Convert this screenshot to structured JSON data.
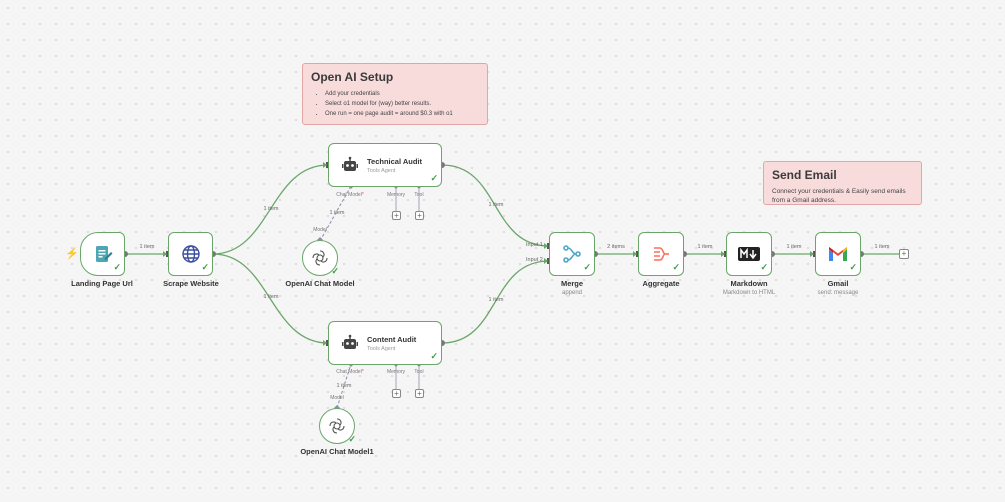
{
  "stickies": {
    "setup": {
      "title": "Open AI Setup",
      "items": [
        "Add your credentials",
        "Select o1 model for (way) better results.",
        "One run = one page audit = around $0.3 with o1"
      ]
    },
    "email": {
      "title": "Send Email",
      "body": "Connect your credentials & Easily send emails from a Gmail address."
    }
  },
  "nodes": {
    "landing": {
      "label": "Landing Page Url",
      "icon": "form-icon"
    },
    "scrape": {
      "label": "Scrape Website",
      "icon": "globe-icon"
    },
    "technical": {
      "title": "Technical Audit",
      "subtitle": "Tools Agent",
      "icon": "robot-icon"
    },
    "content": {
      "title": "Content Audit",
      "subtitle": "Tools Agent",
      "icon": "robot-icon"
    },
    "model1": {
      "label": "OpenAI Chat Model",
      "icon": "openai-icon"
    },
    "model2": {
      "label": "OpenAI Chat Model1",
      "icon": "openai-icon"
    },
    "merge": {
      "label": "Merge",
      "subtitle": "append",
      "icon": "merge-icon"
    },
    "aggregate": {
      "label": "Aggregate",
      "icon": "aggregate-icon"
    },
    "markdown": {
      "label": "Markdown",
      "subtitle": "Markdown to HTML",
      "icon": "markdown-icon"
    },
    "gmail": {
      "label": "Gmail",
      "subtitle": "send: message",
      "icon": "gmail-icon"
    }
  },
  "connectors": {
    "chat_model": "Chat Model",
    "required_mark": "*",
    "memory": "Memory",
    "tool": "Tool",
    "model": "Model"
  },
  "edges": {
    "one_item": "1 item",
    "two_items": "2 items"
  },
  "merge_inputs": {
    "input1": "Input 1",
    "input2": "Input 2"
  },
  "colors": {
    "edge": "#6aa66a",
    "node_border": "#6aa66a",
    "check": "#3f9f49",
    "sticky_bg": "#f8dcdc",
    "sticky_border": "#e3a6a6",
    "trigger": "#ff6d5a"
  }
}
